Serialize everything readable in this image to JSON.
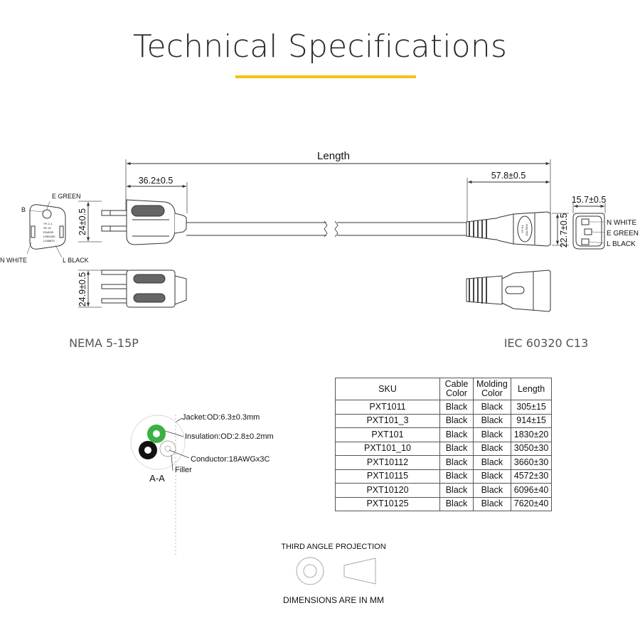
{
  "title": "Technical Specifications",
  "colors": {
    "accent": "#f0c419",
    "line": "#333333"
  },
  "dimensions": {
    "length": "Length",
    "plug_depth": "36.2±0.5",
    "plug_height": "24±0.5",
    "plug_width": "24.9±0.5",
    "conn_depth": "57.8±0.5",
    "conn_face_width": "15.7±0.5",
    "conn_height": "22.7±0.5"
  },
  "plug_face": {
    "e_green": "E GREEN",
    "b": "B",
    "n_white": "N WHITE",
    "l_black": "L  BLACK",
    "stamp": [
      "YF-C-1",
      "SF-21",
      "E94035",
      "LR6025S",
      "L048875"
    ]
  },
  "connector_face": {
    "n_white": "N WHITE",
    "e_green": "E GREEN",
    "l_black": "L BLACK",
    "stamp": [
      "YF-N1",
      "10A 250V"
    ]
  },
  "connector_names": {
    "left": "NEMA 5-15P",
    "right": "IEC 60320 C13"
  },
  "cross_section": {
    "jacket": "Jacket:OD:6.3±0.3mm",
    "insulation": "Insulation:OD:2.8±0.2mm",
    "conductor": "Conductor:18AWGx3C",
    "filler": "Filler",
    "section": "A-A"
  },
  "table": {
    "headers": {
      "sku": "SKU",
      "cable_1": "Cable",
      "cable_2": "Color",
      "molding_1": "Molding",
      "molding_2": "Color",
      "length": "Length"
    },
    "rows": [
      {
        "sku": "PXT1011",
        "cable": "Black",
        "molding": "Black",
        "length": "305±15"
      },
      {
        "sku": "PXT101_3",
        "cable": "Black",
        "molding": "Black",
        "length": "914±15"
      },
      {
        "sku": "PXT101",
        "cable": "Black",
        "molding": "Black",
        "length": "1830±20"
      },
      {
        "sku": "PXT101_10",
        "cable": "Black",
        "molding": "Black",
        "length": "3050±30"
      },
      {
        "sku": "PXT10112",
        "cable": "Black",
        "molding": "Black",
        "length": "3660±30"
      },
      {
        "sku": "PXT10115",
        "cable": "Black",
        "molding": "Black",
        "length": "4572±30"
      },
      {
        "sku": "PXT10120",
        "cable": "Black",
        "molding": "Black",
        "length": "6096±40"
      },
      {
        "sku": "PXT10125",
        "cable": "Black",
        "molding": "Black",
        "length": "7620±40"
      }
    ]
  },
  "projection": {
    "label": "THIRD ANGLE PROJECTION",
    "units": "DIMENSIONS ARE IN MM"
  }
}
